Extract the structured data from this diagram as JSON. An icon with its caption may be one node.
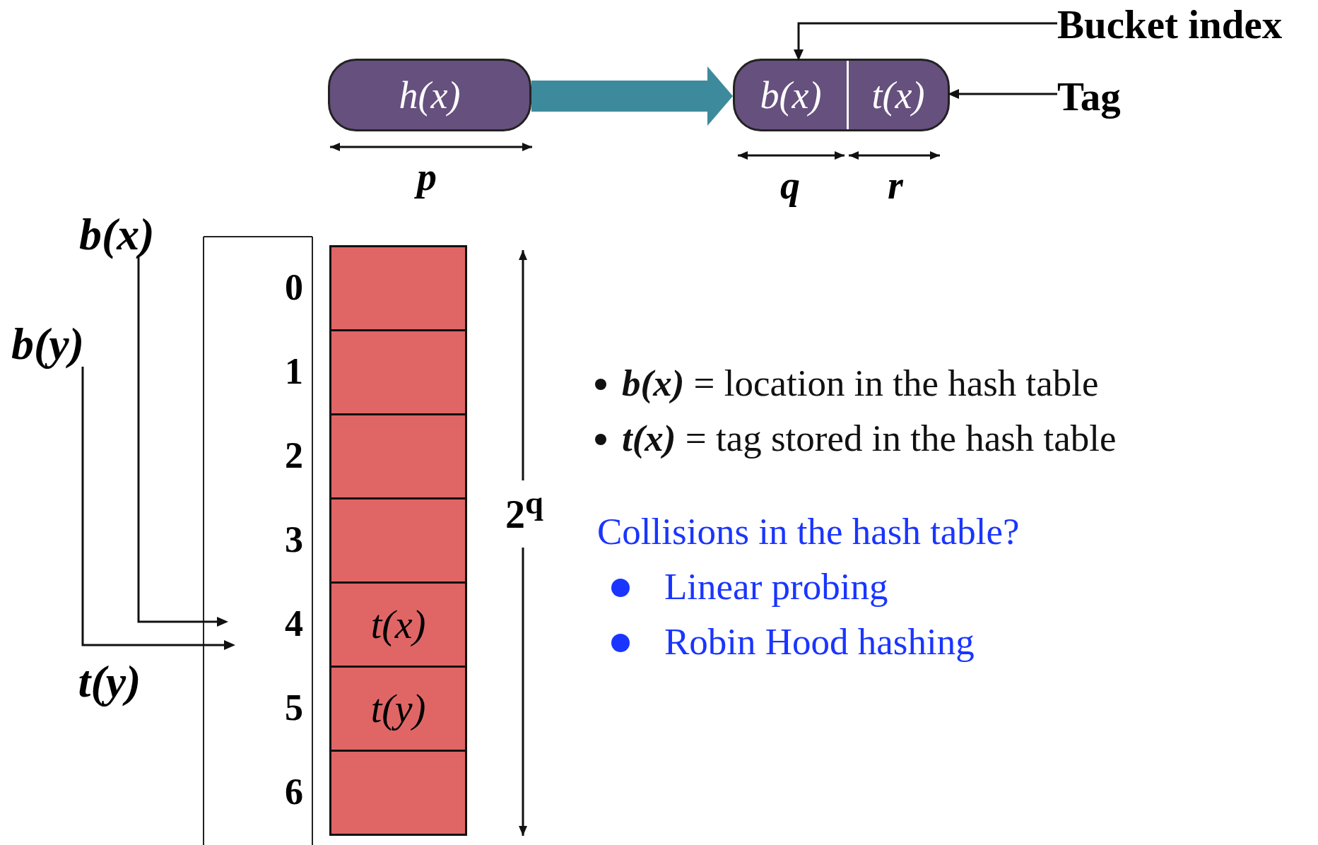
{
  "diagram": {
    "nodes": [
      {
        "text": [
          "Bucket index"
        ]
      },
      {
        "text": [
          "h(x)"
        ]
      },
      {
        "text": [],
        "shape": "box"
      },
      {
        "text": [
          "b(x)"
        ],
        "in": 2
      },
      {
        "text": [
          "t(x)"
        ],
        "in": 2
      },
      {
        "text": [
          "Tag"
        ]
      },
      {
        "text": [
          "b(x)"
        ]
      },
      {
        "text": [
          "b(y)"
        ]
      },
      {
        "text": [],
        "shape": "box",
        "beside": [
          "0"
        ]
      },
      {
        "text": [],
        "shape": "box",
        "beside": [
          "1"
        ]
      },
      {
        "text": [],
        "shape": "box",
        "beside": [
          "2"
        ]
      },
      {
        "text": [],
        "shape": "box",
        "beside": [
          "3"
        ]
      },
      {
        "text": [
          "t(x)"
        ],
        "beside": [
          "4"
        ]
      },
      {
        "text": [
          "t(y)"
        ],
        "beside": [
          "5"
        ]
      },
      {
        "text": [],
        "shape": "box",
        "beside": [
          "6"
        ]
      }
    ],
    "edges": [
      {
        "from": 0,
        "to": 3,
        "arrow": "to"
      },
      {
        "from": 1,
        "to": 2,
        "arrow": "to",
        "style": "thick",
        "color": "#3d8a9c"
      },
      {
        "from": 5,
        "to": 4,
        "arrow": "to"
      },
      {
        "from": 6,
        "to": null,
        "arrow": "to"
      },
      {
        "from": 7,
        "to": null,
        "arrow": "to"
      }
    ],
    "labels": [
      "p",
      "q",
      "r",
      "2$^{q}$",
      "**b(x)** = location in the hash table",
      "**t(x)** = tag stored in the hash table",
      "Collisions in the hash table?",
      "Linear probing",
      "Robin Hood hashing",
      "t(y)"
    ]
  }
}
